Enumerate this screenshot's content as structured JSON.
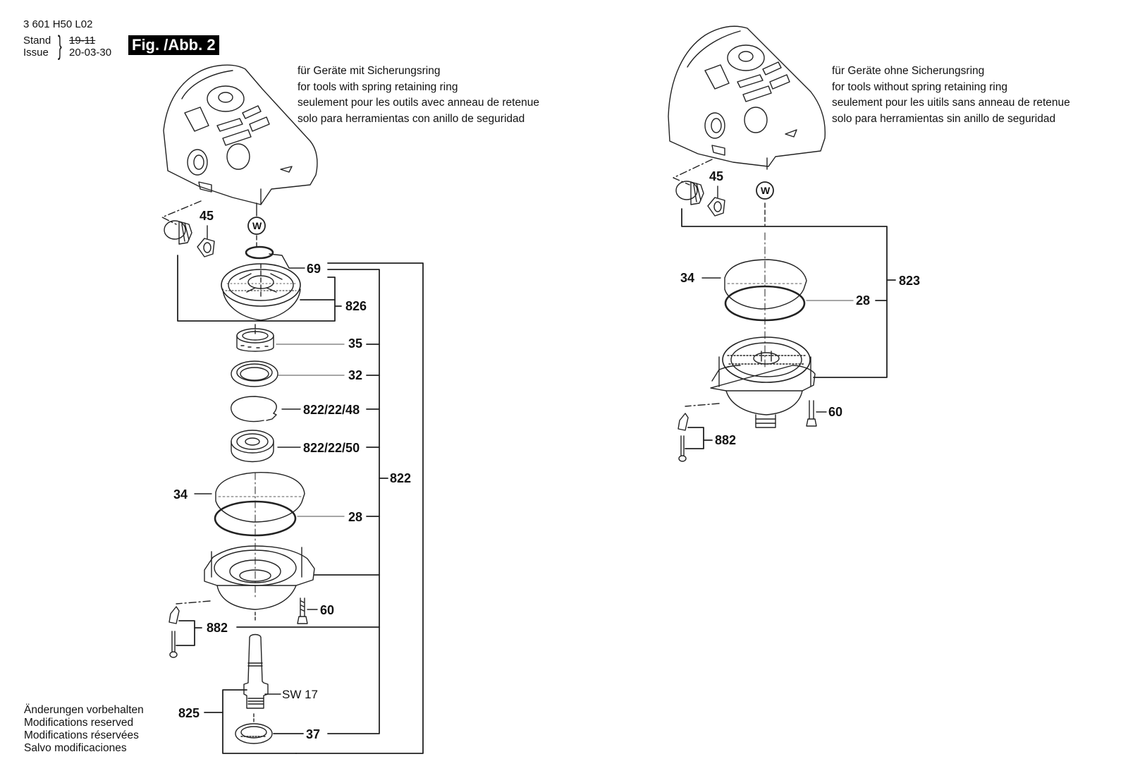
{
  "header": {
    "part_number": "3 601 H50 L02",
    "stand_label": "Stand",
    "issue_label": "Issue",
    "stand_value_struck": "19-11",
    "issue_value": "20-03-30",
    "figure_badge": "Fig. /Abb. 2"
  },
  "left_assembly": {
    "notes": [
      "für Geräte mit Sicherungsring",
      "for tools with spring retaining ring",
      "seulement pour les outils avec anneau de retenue",
      "solo para herramientas con anillo de seguridad"
    ],
    "grease_marker": "W",
    "labels": {
      "p45": "45",
      "p69": "69",
      "p826": "826",
      "p35": "35",
      "p32": "32",
      "p822_22_48": "822/22/48",
      "p822_22_50": "822/22/50",
      "p822": "822",
      "p34": "34",
      "p28": "28",
      "p60": "60",
      "p882": "882",
      "sw17": "SW 17",
      "p825": "825",
      "p37": "37"
    }
  },
  "right_assembly": {
    "notes": [
      "für Geräte ohne Sicherungsring",
      "for tools without spring retaining ring",
      "seulement pour les uitils sans anneau de retenue",
      "solo para herramientas sin anillo de seguridad"
    ],
    "grease_marker": "W",
    "labels": {
      "p45": "45",
      "p34": "34",
      "p28": "28",
      "p823": "823",
      "p60": "60",
      "p882": "882"
    }
  },
  "footer": {
    "lines": [
      "Änderungen vorbehalten",
      "Modifications reserved",
      "Modifications réservées",
      "Salvo modificaciones"
    ]
  }
}
